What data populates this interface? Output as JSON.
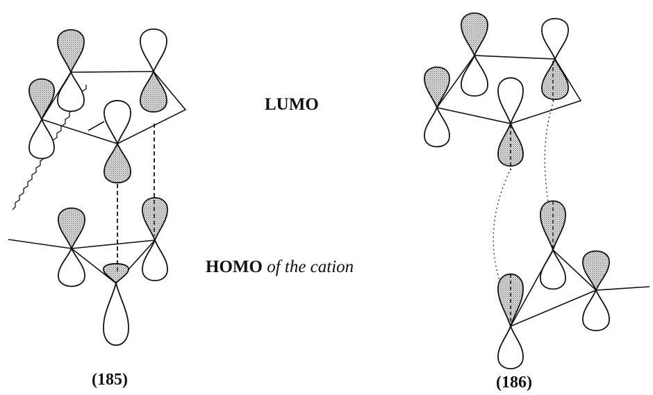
{
  "labels": {
    "lumo": "LUMO",
    "homo_main": "HOMO",
    "homo_suffix": "of the cation",
    "compound_left": "(185)",
    "compound_right": "(186)"
  },
  "colors": {
    "ink": "#111111",
    "shade": "#9a9a9a",
    "background": "#ffffff"
  }
}
